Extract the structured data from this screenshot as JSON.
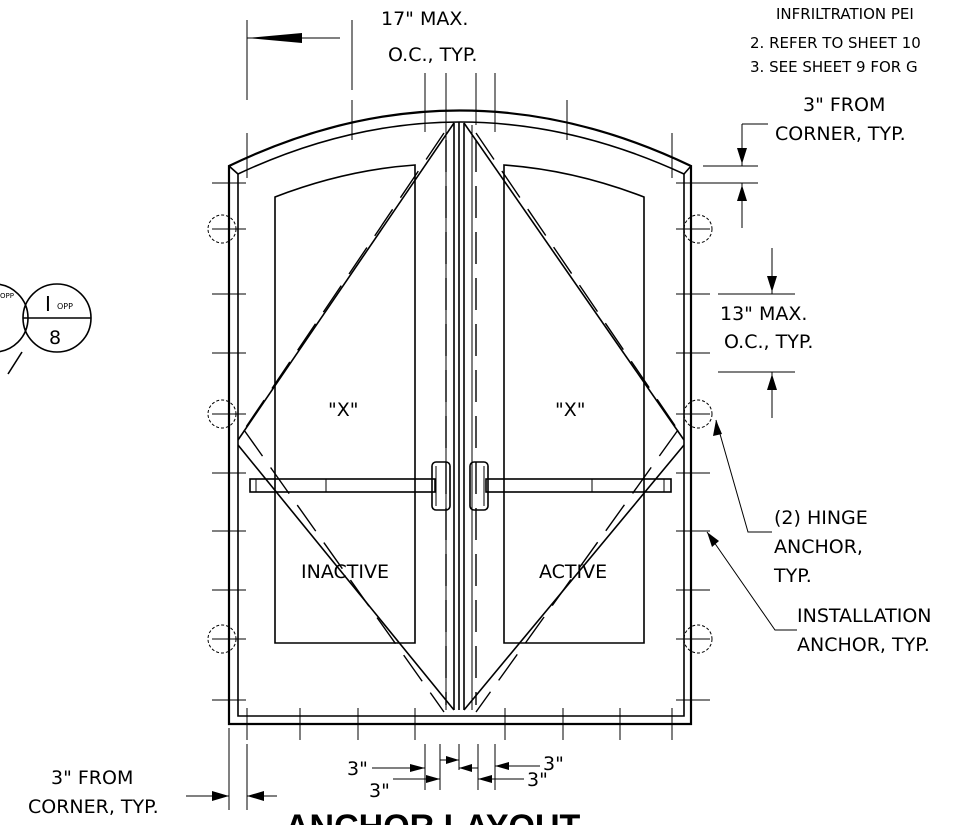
{
  "notes": [
    "INFRILTRATION PEI",
    "2.  REFER TO SHEET 10",
    "3.  SEE SHEET 9 FOR G"
  ],
  "dims": {
    "top_spacing_1": "17\" MAX.",
    "top_spacing_2": "O.C., TYP.",
    "corner_right_1": "3\" FROM",
    "corner_right_2": "CORNER, TYP.",
    "side_spacing_1": "13\" MAX.",
    "side_spacing_2": "O.C., TYP.",
    "corner_bottom_1": "3\" FROM",
    "corner_bottom_2": "CORNER, TYP.",
    "center_a": "3\"",
    "center_b": "3\"",
    "center_c": "3\"",
    "center_d": "3\""
  },
  "panels": {
    "left_mark": "\"X\"",
    "right_mark": "\"X\"",
    "left_label": "INACTIVE",
    "right_label": "ACTIVE"
  },
  "callouts": {
    "hinge_1": "(2) HINGE",
    "hinge_2": "ANCHOR,",
    "hinge_3": "TYP.",
    "install_1": "INSTALLATION",
    "install_2": "ANCHOR, TYP."
  },
  "section_bubble": {
    "top": "I",
    "sub": "OPP",
    "bottom": "8",
    "left_sub": "OPP"
  },
  "title": "ANCHOR LAYOUT"
}
